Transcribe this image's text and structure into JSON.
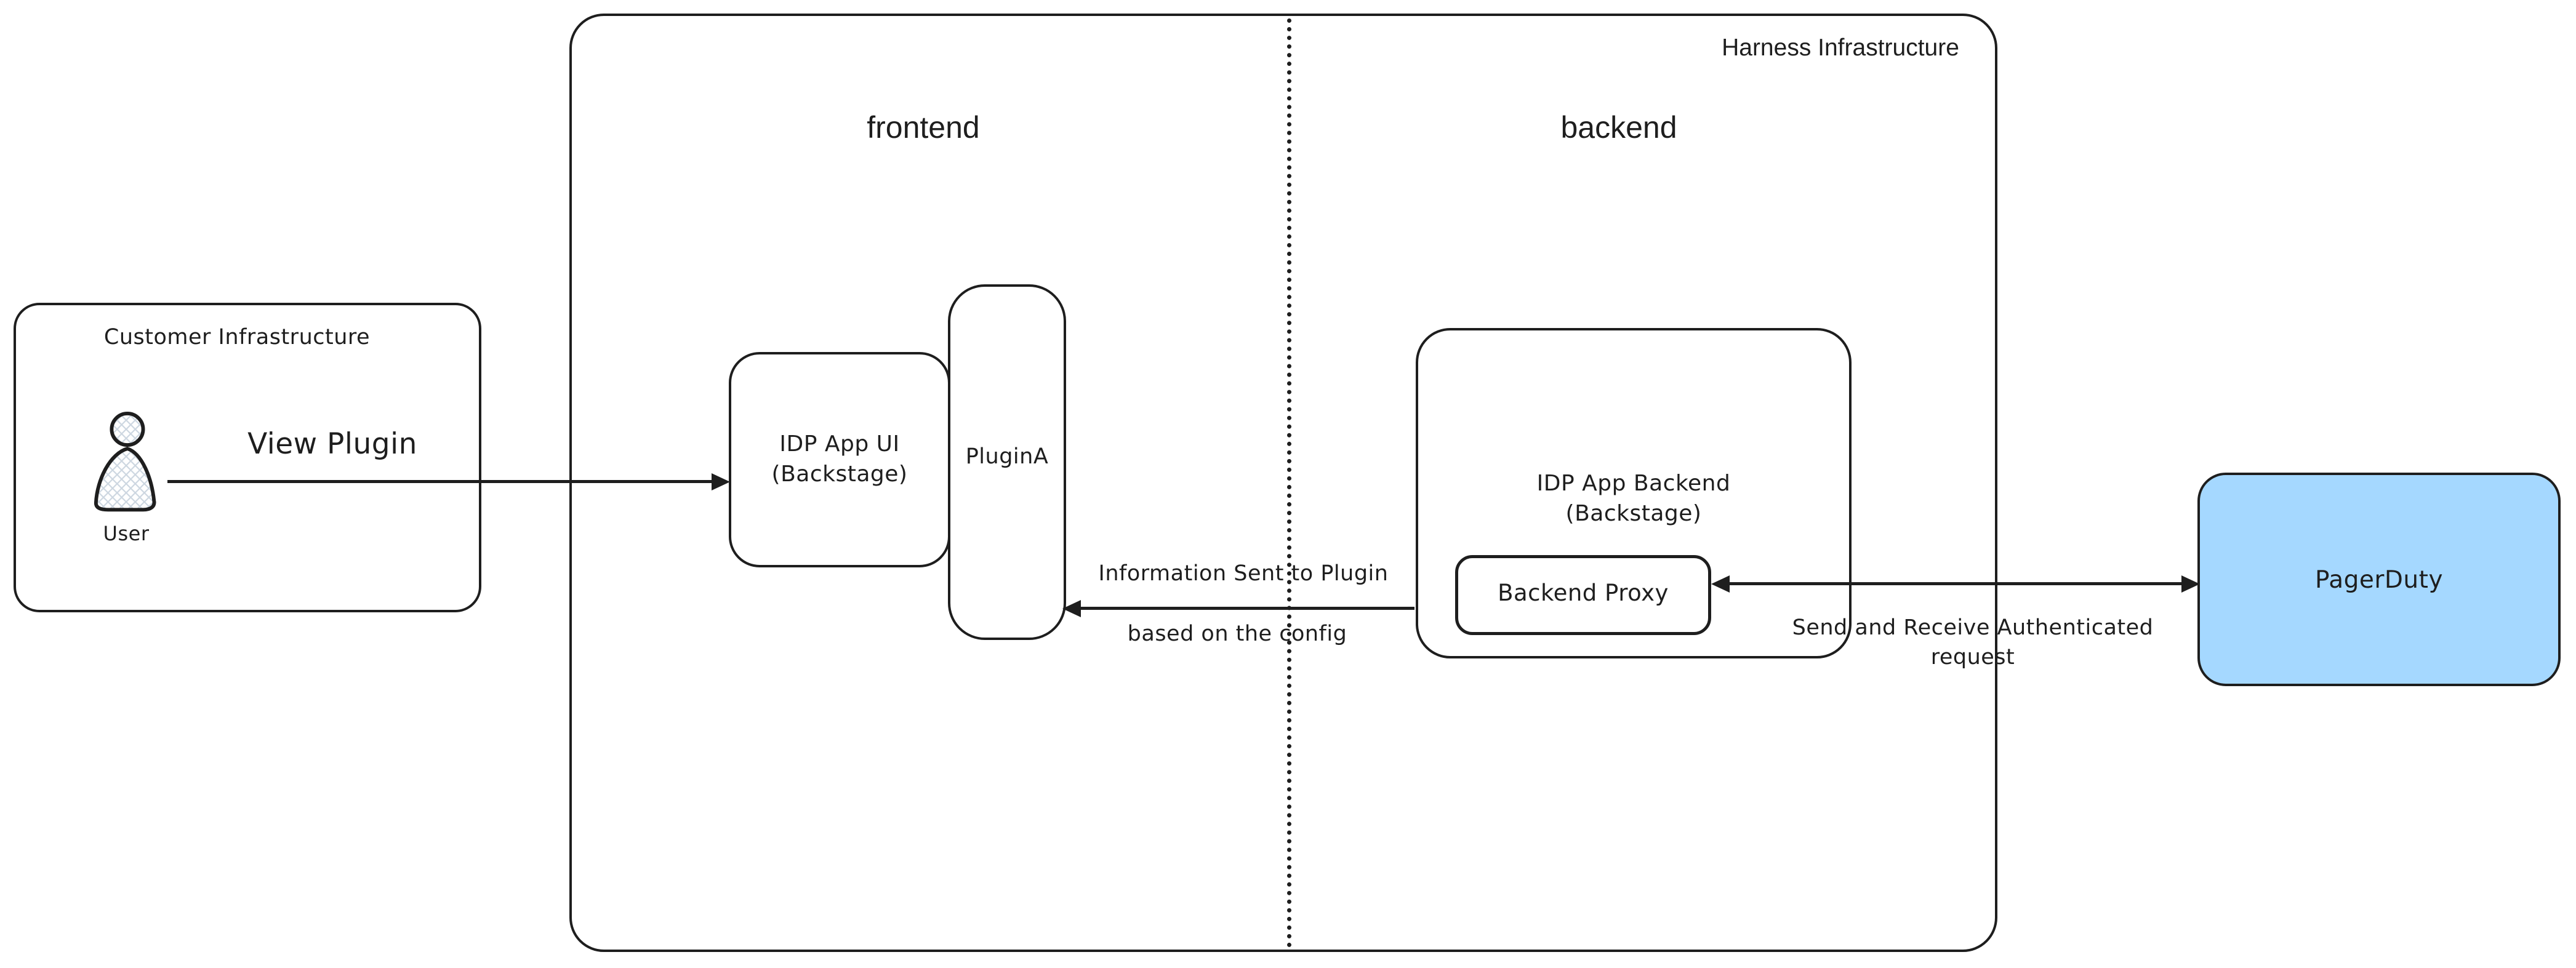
{
  "canvas": {
    "background": "#ffffff",
    "stroke_color": "#1e1e1e"
  },
  "harness": {
    "title": "Harness Infrastructure",
    "frontend_label": "frontend",
    "backend_label": "backend"
  },
  "customer": {
    "title": "Customer Infrastructure",
    "user_label": "User",
    "user_icon": "person-icon",
    "hatch_color": "#ccd6e0"
  },
  "nodes": {
    "idp_app_ui": {
      "line1": "IDP App UI",
      "line2": "(Backstage)"
    },
    "plugin_a": {
      "label": "PluginA"
    },
    "idp_app_backend": {
      "line1": "IDP App Backend",
      "line2": "(Backstage)"
    },
    "backend_proxy": {
      "label": "Backend Proxy"
    },
    "pagerduty": {
      "label": "PagerDuty",
      "fill": "#a5d8ff"
    }
  },
  "arrows": {
    "view_plugin": {
      "label": "View Plugin",
      "from": "User",
      "to": "IDP App UI (Backstage)",
      "direction": "right"
    },
    "info": {
      "line1": "Information Sent to Plugin",
      "line2": "based on the config",
      "from": "IDP App Backend (Backstage)",
      "to": "PluginA",
      "direction": "left"
    },
    "auth": {
      "line1": "Send and Receive Authenticated",
      "line2": "request",
      "from": "Backend Proxy",
      "to": "PagerDuty",
      "direction": "both"
    }
  }
}
